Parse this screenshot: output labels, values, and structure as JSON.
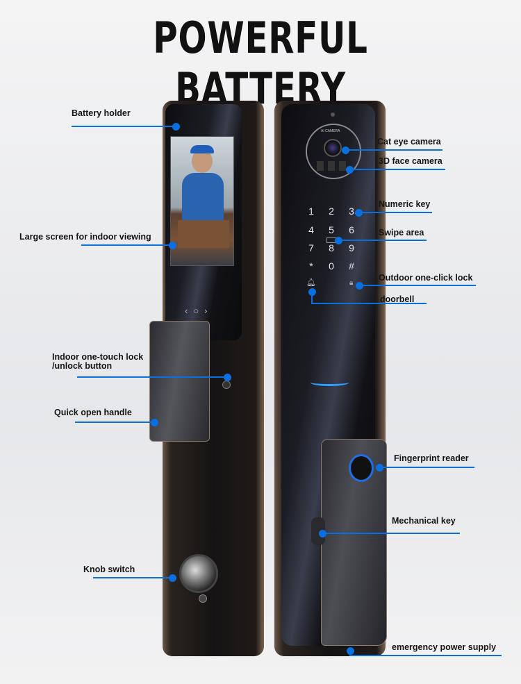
{
  "title": "POWERFUL  BATTERY",
  "accent_color": "#0a6fe0",
  "left_callouts": [
    {
      "label": "Battery holder"
    },
    {
      "label": "Large screen for indoor viewing"
    },
    {
      "label": "Indoor one-touch lock\n/unlock button"
    },
    {
      "label": "Quick open handle"
    },
    {
      "label": "Knob switch"
    }
  ],
  "right_callouts": [
    {
      "label": "Cat eye camera"
    },
    {
      "label": "3D face camera"
    },
    {
      "label": "Numeric key"
    },
    {
      "label": "Swipe area"
    },
    {
      "label": "Outdoor one-click lock"
    },
    {
      "label": "doorbell"
    },
    {
      "label": "Fingerprint reader"
    },
    {
      "label": "Mechanical key"
    },
    {
      "label": "emergency power supply"
    }
  ],
  "camera_text": "AI CAMERA",
  "keypad": [
    "1",
    "2",
    "3",
    "4",
    "5",
    "6",
    "7",
    "8",
    "9",
    "*",
    "0",
    "#"
  ]
}
